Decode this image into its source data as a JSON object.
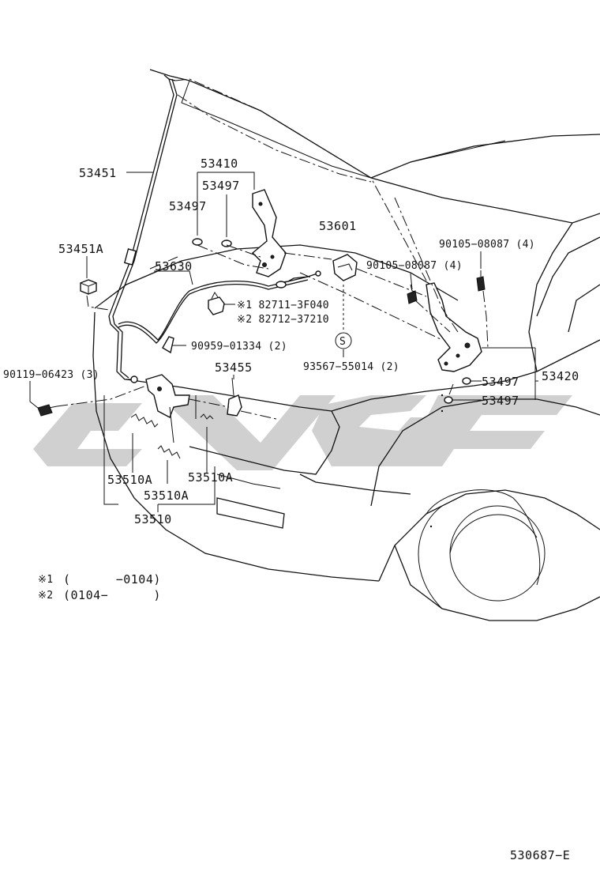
{
  "labels": {
    "l53451": "53451",
    "l53410": "53410",
    "l53497a": "53497",
    "l53497b": "53497",
    "l53451A": "53451A",
    "l53601": "53601",
    "l90105a": "90105−08087 (4)",
    "l90105b": "90105−08087 (4)",
    "l53630": "53630",
    "l82711": "※1 82711−3F040",
    "l82712": "※2 82712−37210",
    "l90959": "90959−01334 (2)",
    "lS": "S",
    "l93567": "93567−55014 (2)",
    "l90119": "90119−06423 (3)",
    "l53455": "53455",
    "l53497c": "53497",
    "l53497d": "53497",
    "l53420": "53420",
    "l53510Aa": "53510A",
    "l53510Ab": "53510A",
    "l53510Ac": "53510A",
    "l53510": "53510"
  },
  "notes": {
    "n1_mark": "※1",
    "n1_text": "(      −0104)",
    "n2_mark": "※2",
    "n2_text": "(0104−      )"
  },
  "footer": {
    "code": "530687−E"
  },
  "colors": {
    "ink": "#111111",
    "watermark": "#c8c8c8"
  }
}
